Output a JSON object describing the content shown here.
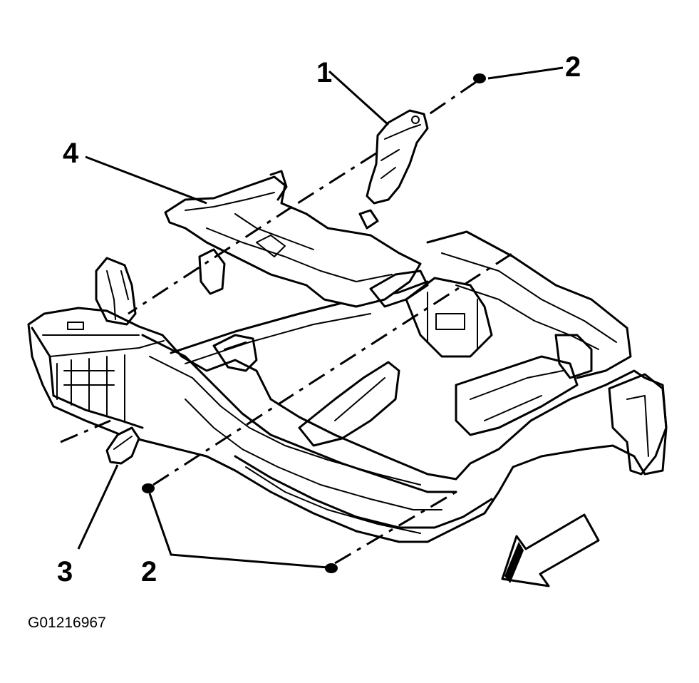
{
  "figure_id": "G01216967",
  "callouts": [
    {
      "id": "callout-1",
      "text": "1"
    },
    {
      "id": "callout-2-top",
      "text": "2"
    },
    {
      "id": "callout-4",
      "text": "4"
    },
    {
      "id": "callout-3",
      "text": "3"
    },
    {
      "id": "callout-2-bottom",
      "text": "2"
    }
  ],
  "parts": [
    {
      "callout": "1",
      "icon": "front-mount-bracket-icon"
    },
    {
      "callout": "2",
      "icon": "bolt-icon"
    },
    {
      "callout": "3",
      "icon": "rear-mount-bracket-icon"
    },
    {
      "callout": "4",
      "icon": "crossmember-icon"
    }
  ],
  "direction_arrow": "front-direction-arrow-icon",
  "colors": {
    "line": "#000000",
    "background": "#ffffff"
  }
}
